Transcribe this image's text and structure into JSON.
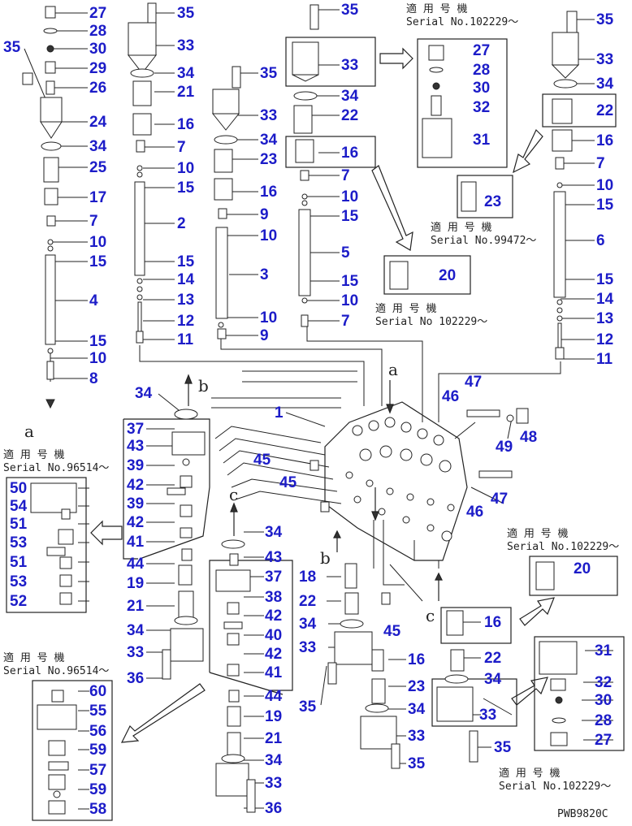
{
  "caption_label": "適 用 号 機",
  "serials": {
    "s102229": "Serial No.102229～",
    "s102229b": "Serial No 102229～",
    "s99472": "Serial No.99472～",
    "s96514": "Serial No.96514～"
  },
  "drawing_code": "PWB9820C",
  "view_letters": {
    "a": "a",
    "b": "b",
    "c": "c"
  },
  "labels": [
    {
      "id": "l1",
      "text": "27"
    },
    {
      "id": "l2",
      "text": "28"
    },
    {
      "id": "l3",
      "text": "30"
    },
    {
      "id": "l4",
      "text": "29"
    },
    {
      "id": "l5",
      "text": "26"
    },
    {
      "id": "l6",
      "text": "35"
    },
    {
      "id": "l7",
      "text": "24"
    },
    {
      "id": "l8",
      "text": "34"
    },
    {
      "id": "l9",
      "text": "25"
    },
    {
      "id": "l10",
      "text": "17"
    },
    {
      "id": "l11",
      "text": "7"
    },
    {
      "id": "l12",
      "text": "10"
    },
    {
      "id": "l13",
      "text": "15"
    },
    {
      "id": "l14",
      "text": "4"
    },
    {
      "id": "l15",
      "text": "15"
    },
    {
      "id": "l16",
      "text": "10"
    },
    {
      "id": "l17",
      "text": "8"
    },
    {
      "id": "l18",
      "text": "35"
    },
    {
      "id": "l19",
      "text": "33"
    },
    {
      "id": "l20",
      "text": "34"
    },
    {
      "id": "l21",
      "text": "21"
    },
    {
      "id": "l22",
      "text": "16"
    },
    {
      "id": "l23",
      "text": "7"
    },
    {
      "id": "l24",
      "text": "10"
    },
    {
      "id": "l25",
      "text": "15"
    },
    {
      "id": "l26",
      "text": "2"
    },
    {
      "id": "l27",
      "text": "15"
    },
    {
      "id": "l28",
      "text": "14"
    },
    {
      "id": "l29",
      "text": "13"
    },
    {
      "id": "l30",
      "text": "12"
    },
    {
      "id": "l31",
      "text": "11"
    },
    {
      "id": "l32",
      "text": "35"
    },
    {
      "id": "l33",
      "text": "33"
    },
    {
      "id": "l34",
      "text": "34"
    },
    {
      "id": "l35",
      "text": "23"
    },
    {
      "id": "l36",
      "text": "16"
    },
    {
      "id": "l37",
      "text": "9"
    },
    {
      "id": "l38",
      "text": "10"
    },
    {
      "id": "l39",
      "text": "3"
    },
    {
      "id": "l40",
      "text": "10"
    },
    {
      "id": "l41",
      "text": "9"
    },
    {
      "id": "l42",
      "text": "35"
    },
    {
      "id": "l43",
      "text": "33"
    },
    {
      "id": "l44",
      "text": "34"
    },
    {
      "id": "l45",
      "text": "22"
    },
    {
      "id": "l46",
      "text": "16"
    },
    {
      "id": "l47",
      "text": "7"
    },
    {
      "id": "l48",
      "text": "10"
    },
    {
      "id": "l49",
      "text": "15"
    },
    {
      "id": "l50",
      "text": "5"
    },
    {
      "id": "l51",
      "text": "15"
    },
    {
      "id": "l52",
      "text": "10"
    },
    {
      "id": "l53",
      "text": "7"
    },
    {
      "id": "l54",
      "text": "27"
    },
    {
      "id": "l55",
      "text": "28"
    },
    {
      "id": "l56",
      "text": "30"
    },
    {
      "id": "l57",
      "text": "32"
    },
    {
      "id": "l58",
      "text": "31"
    },
    {
      "id": "l59",
      "text": "20"
    },
    {
      "id": "l60",
      "text": "35"
    },
    {
      "id": "l61",
      "text": "33"
    },
    {
      "id": "l62",
      "text": "34"
    },
    {
      "id": "l63",
      "text": "22"
    },
    {
      "id": "l64",
      "text": "16"
    },
    {
      "id": "l65",
      "text": "7"
    },
    {
      "id": "l66",
      "text": "10"
    },
    {
      "id": "l67",
      "text": "15"
    },
    {
      "id": "l68",
      "text": "23"
    },
    {
      "id": "l69",
      "text": "6"
    },
    {
      "id": "l70",
      "text": "15"
    },
    {
      "id": "l71",
      "text": "14"
    },
    {
      "id": "l72",
      "text": "13"
    },
    {
      "id": "l73",
      "text": "12"
    },
    {
      "id": "l74",
      "text": "11"
    },
    {
      "id": "l75",
      "text": "34"
    },
    {
      "id": "l76",
      "text": "1"
    },
    {
      "id": "l77",
      "text": "47"
    },
    {
      "id": "l78",
      "text": "46"
    },
    {
      "id": "l79",
      "text": "49"
    },
    {
      "id": "l80",
      "text": "48"
    },
    {
      "id": "l81",
      "text": "45"
    },
    {
      "id": "l82",
      "text": "45"
    },
    {
      "id": "l83",
      "text": "46"
    },
    {
      "id": "l84",
      "text": "47"
    },
    {
      "id": "l85",
      "text": "37"
    },
    {
      "id": "l86",
      "text": "43"
    },
    {
      "id": "l87",
      "text": "39"
    },
    {
      "id": "l88",
      "text": "42"
    },
    {
      "id": "l89",
      "text": "39"
    },
    {
      "id": "l90",
      "text": "42"
    },
    {
      "id": "l91",
      "text": "41"
    },
    {
      "id": "l92",
      "text": "44"
    },
    {
      "id": "l93",
      "text": "19"
    },
    {
      "id": "l94",
      "text": "21"
    },
    {
      "id": "l95",
      "text": "34"
    },
    {
      "id": "l96",
      "text": "33"
    },
    {
      "id": "l97",
      "text": "36"
    },
    {
      "id": "l98",
      "text": "50"
    },
    {
      "id": "l99",
      "text": "54"
    },
    {
      "id": "l100",
      "text": "51"
    },
    {
      "id": "l101",
      "text": "53"
    },
    {
      "id": "l102",
      "text": "51"
    },
    {
      "id": "l103",
      "text": "53"
    },
    {
      "id": "l104",
      "text": "52"
    },
    {
      "id": "l105",
      "text": "60"
    },
    {
      "id": "l106",
      "text": "55"
    },
    {
      "id": "l107",
      "text": "56"
    },
    {
      "id": "l108",
      "text": "59"
    },
    {
      "id": "l109",
      "text": "57"
    },
    {
      "id": "l110",
      "text": "59"
    },
    {
      "id": "l111",
      "text": "58"
    },
    {
      "id": "l112",
      "text": "34"
    },
    {
      "id": "l113",
      "text": "43"
    },
    {
      "id": "l114",
      "text": "37"
    },
    {
      "id": "l115",
      "text": "38"
    },
    {
      "id": "l116",
      "text": "42"
    },
    {
      "id": "l117",
      "text": "40"
    },
    {
      "id": "l118",
      "text": "42"
    },
    {
      "id": "l119",
      "text": "41"
    },
    {
      "id": "l120",
      "text": "44"
    },
    {
      "id": "l121",
      "text": "35"
    },
    {
      "id": "l122",
      "text": "19"
    },
    {
      "id": "l123",
      "text": "21"
    },
    {
      "id": "l124",
      "text": "34"
    },
    {
      "id": "l125",
      "text": "33"
    },
    {
      "id": "l126",
      "text": "36"
    },
    {
      "id": "l127",
      "text": "18"
    },
    {
      "id": "l128",
      "text": "22"
    },
    {
      "id": "l129",
      "text": "34"
    },
    {
      "id": "l130",
      "text": "33"
    },
    {
      "id": "l131",
      "text": "45"
    },
    {
      "id": "l132",
      "text": "16"
    },
    {
      "id": "l133",
      "text": "23"
    },
    {
      "id": "l134",
      "text": "34"
    },
    {
      "id": "l135",
      "text": "33"
    },
    {
      "id": "l136",
      "text": "35"
    },
    {
      "id": "l137",
      "text": "16"
    },
    {
      "id": "l138",
      "text": "22"
    },
    {
      "id": "l139",
      "text": "34"
    },
    {
      "id": "l140",
      "text": "33"
    },
    {
      "id": "l141",
      "text": "35"
    },
    {
      "id": "l142",
      "text": "20"
    },
    {
      "id": "l143",
      "text": "31"
    },
    {
      "id": "l144",
      "text": "32"
    },
    {
      "id": "l145",
      "text": "30"
    },
    {
      "id": "l146",
      "text": "28"
    },
    {
      "id": "l147",
      "text": "27"
    }
  ]
}
